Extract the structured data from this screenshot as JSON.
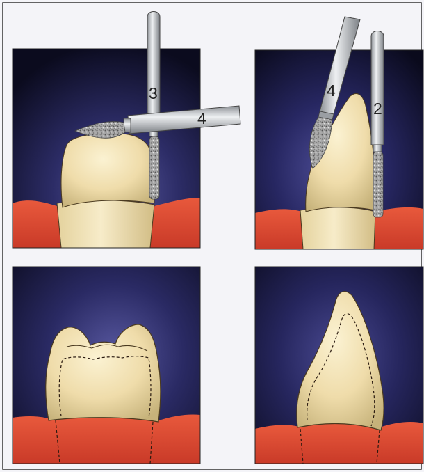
{
  "colors": {
    "page_background": "#f4f4f8",
    "panel_background_dark": "#0b0b1e",
    "panel_background_glow": "#4a4a8e",
    "gingiva": "#d6442f",
    "tooth_enamel": "#f1e2b2",
    "tooth_shadow": "#c9b67e",
    "instrument_metal": "#b4b8bc",
    "diamond_grit": "#9a9a9a"
  },
  "panels": [
    {
      "position": "top-left",
      "subject": "molar-crown-before-preparation",
      "instruments": [
        {
          "label": "3",
          "icon": "cylindrical-diamond-bur-icon"
        },
        {
          "label": "4",
          "icon": "flame-diamond-bur-icon"
        }
      ]
    },
    {
      "position": "top-right",
      "subject": "canine-crown-before-preparation",
      "instruments": [
        {
          "label": "4",
          "icon": "flame-diamond-bur-icon"
        },
        {
          "label": "2",
          "icon": "cylindrical-diamond-bur-icon"
        }
      ]
    },
    {
      "position": "bottom-left",
      "subject": "molar-crown-after-preparation",
      "instruments": []
    },
    {
      "position": "bottom-right",
      "subject": "canine-crown-after-preparation",
      "instruments": []
    }
  ]
}
